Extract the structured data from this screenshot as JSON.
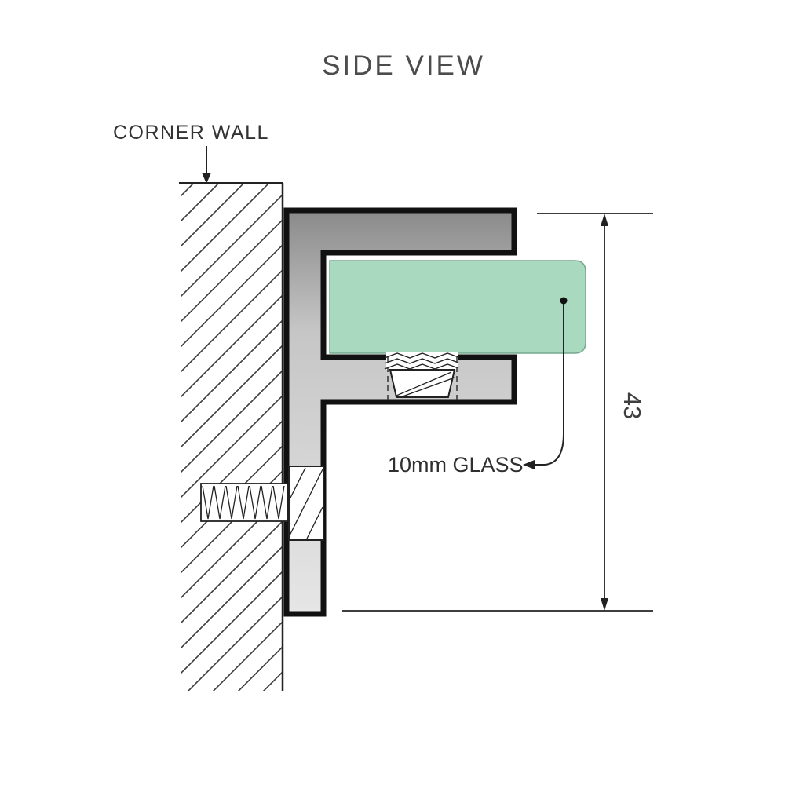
{
  "title": "SIDE VIEW",
  "diagram": {
    "corner_wall_label": "CORNER WALL",
    "glass_label": "10mm GLASS",
    "dimension_label": "43"
  },
  "colors": {
    "glass_fill": "#a9d9bf",
    "glass_stroke": "#74a98d",
    "bracket_dark": "#8a8a8a",
    "bracket_mid": "#c6c6c6",
    "bracket_light": "#e6e6e6",
    "line": "#1a1a1a",
    "text": "#3f3f3f"
  }
}
